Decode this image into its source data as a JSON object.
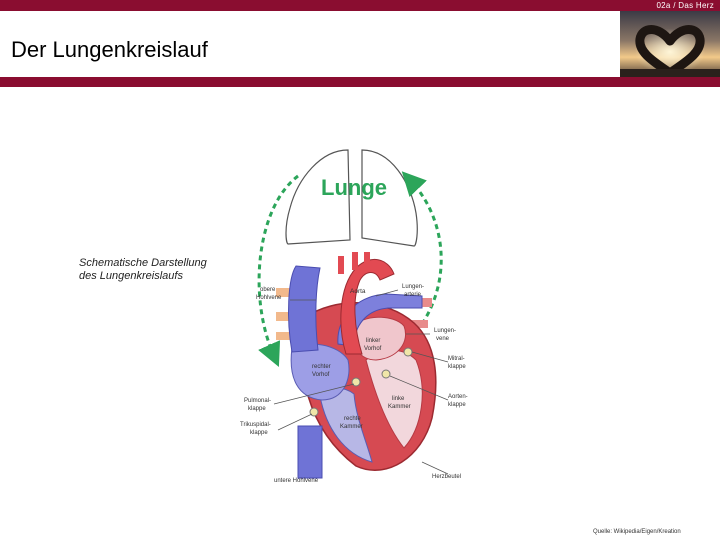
{
  "header": {
    "section_label": "02a / Das Herz",
    "title": "Der Lungenkreislauf"
  },
  "colors": {
    "brand": "#8a0d30",
    "circulation_arrow": "#2ca55a",
    "deoxygenated": "#6f73d6",
    "oxygenated": "#d8323a"
  },
  "logo": {
    "icon": "heart-hands-sunset-icon"
  },
  "caption": {
    "line1": "Schematische Darstellung",
    "line2": "des Lungenkreislaufs"
  },
  "diagram": {
    "heading": "Lunge",
    "labels": {
      "aorta": "Aorta",
      "obere_hohlvene_1": "obere",
      "obere_hohlvene_2": "Hohlvene",
      "lungenarterie_1": "Lungen-",
      "lungenarterie_2": "arterie",
      "lungenvene_1": "Lungen-",
      "lungenvene_2": "vene",
      "linker_vorhof_1": "linker",
      "linker_vorhof_2": "Vorhof",
      "mitralklappe_1": "Mitral-",
      "mitralklappe_2": "klappe",
      "rechter_vorhof_1": "rechter",
      "rechter_vorhof_2": "Vorhof",
      "pulmonalklappe_1": "Pulmonal-",
      "pulmonalklappe_2": "klappe",
      "aortenklappe_1": "Aorten-",
      "aortenklappe_2": "klappe",
      "linke_kammer_1": "linke",
      "linke_kammer_2": "Kammer",
      "rechte_kammer_1": "rechte",
      "rechte_kammer_2": "Kammer",
      "trikuspidalklappe_1": "Trikuspidal-",
      "trikuspidalklappe_2": "klappe",
      "untere_hohlvene": "untere Hohlvene",
      "herzbeutel": "Herzbeutel"
    }
  },
  "source": "Quelle: Wikipedia/Eigen/Kreation"
}
